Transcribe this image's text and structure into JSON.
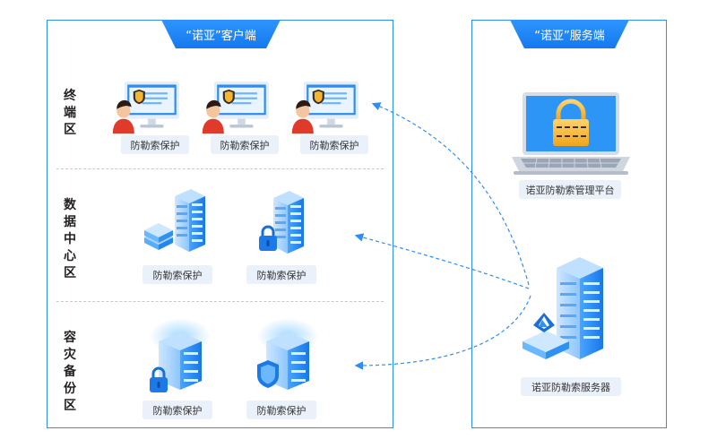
{
  "client": {
    "title": "“诺亚”客户端",
    "zones": {
      "terminal": "终端区",
      "datacenter": "数据中心区",
      "backup": "容灾备份区"
    },
    "protect_label": "防勒索保护"
  },
  "server": {
    "title": "“诺亚”服务端",
    "platform_label": "诺亚防勒索管理平台",
    "server_label": "诺亚防勒索服务器"
  },
  "colors": {
    "accent": "#1479ee",
    "panel_border": "#2c8ef8",
    "pill_bg": "#eaf1fb",
    "user_red": "#e03a2a"
  },
  "icons": {
    "terminal": "user-monitor-icon",
    "datacenter_a": "server-stack-icon",
    "datacenter_b": "server-lock-icon",
    "backup_a": "server-lock-icon",
    "backup_b": "server-shield-icon",
    "platform": "laptop-lock-icon",
    "server": "server-tower-icon"
  }
}
